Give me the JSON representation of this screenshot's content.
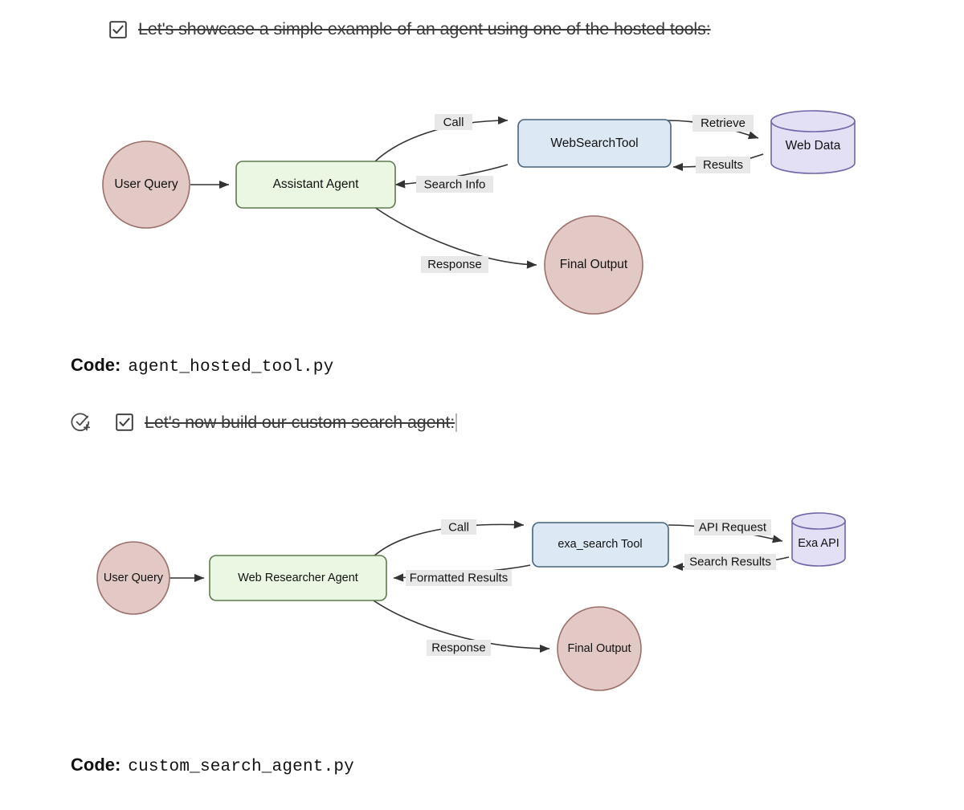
{
  "sections": [
    {
      "icons": [
        "checked-checkbox"
      ],
      "heading": "Let's showcase a simple example of an agent using one of the hosted tools:",
      "has_caret": false,
      "code_label": "Code:",
      "code_file": "agent_hosted_tool.py"
    },
    {
      "icons": [
        "add-task-circle",
        "checked-checkbox"
      ],
      "heading": "Let's now build our custom search agent:",
      "has_caret": true,
      "code_label": "Code:",
      "code_file": "custom_search_agent.py"
    }
  ],
  "colors": {
    "node_pink_fill": "#e3c9c5",
    "node_pink_stroke": "#9b6f6a",
    "node_green_fill": "#eaf7e3",
    "node_green_stroke": "#5d7a4e",
    "node_blue_fill": "#dce9f5",
    "node_blue_stroke": "#46647c",
    "node_lavender_fill": "#e3e0f5",
    "node_lavender_stroke": "#6f66a8",
    "edge_stroke": "#333333",
    "edge_label_bg": "#e8e8e8",
    "text": "#111111"
  },
  "diagrams": [
    {
      "name": "hosted-tool-flow",
      "nodes": [
        {
          "id": "user-query",
          "label": "User Query",
          "shape": "circle"
        },
        {
          "id": "assistant-agent",
          "label": "Assistant Agent",
          "shape": "rounded-rect"
        },
        {
          "id": "web-search-tool",
          "label": "WebSearchTool",
          "shape": "rounded-rect"
        },
        {
          "id": "web-data",
          "label": "Web Data",
          "shape": "cylinder"
        },
        {
          "id": "final-output",
          "label": "Final Output",
          "shape": "circle"
        }
      ],
      "edges": [
        {
          "from": "user-query",
          "to": "assistant-agent",
          "label": ""
        },
        {
          "from": "assistant-agent",
          "to": "web-search-tool",
          "label": "Call"
        },
        {
          "from": "web-search-tool",
          "to": "assistant-agent",
          "label": "Search Info"
        },
        {
          "from": "web-search-tool",
          "to": "web-data",
          "label": "Retrieve"
        },
        {
          "from": "web-data",
          "to": "web-search-tool",
          "label": "Results"
        },
        {
          "from": "assistant-agent",
          "to": "final-output",
          "label": "Response"
        }
      ]
    },
    {
      "name": "custom-search-flow",
      "nodes": [
        {
          "id": "user-query",
          "label": "User Query",
          "shape": "circle"
        },
        {
          "id": "web-researcher",
          "label": "Web Researcher Agent",
          "shape": "rounded-rect"
        },
        {
          "id": "exa-search-tool",
          "label": "exa_search Tool",
          "shape": "rounded-rect"
        },
        {
          "id": "exa-api",
          "label": "Exa API",
          "shape": "cylinder"
        },
        {
          "id": "final-output",
          "label": "Final Output",
          "shape": "circle"
        }
      ],
      "edges": [
        {
          "from": "user-query",
          "to": "web-researcher",
          "label": ""
        },
        {
          "from": "web-researcher",
          "to": "exa-search-tool",
          "label": "Call"
        },
        {
          "from": "exa-search-tool",
          "to": "web-researcher",
          "label": "Formatted Results"
        },
        {
          "from": "exa-search-tool",
          "to": "exa-api",
          "label": "API Request"
        },
        {
          "from": "exa-api",
          "to": "exa-search-tool",
          "label": "Search Results"
        },
        {
          "from": "web-researcher",
          "to": "final-output",
          "label": "Response"
        }
      ]
    }
  ]
}
